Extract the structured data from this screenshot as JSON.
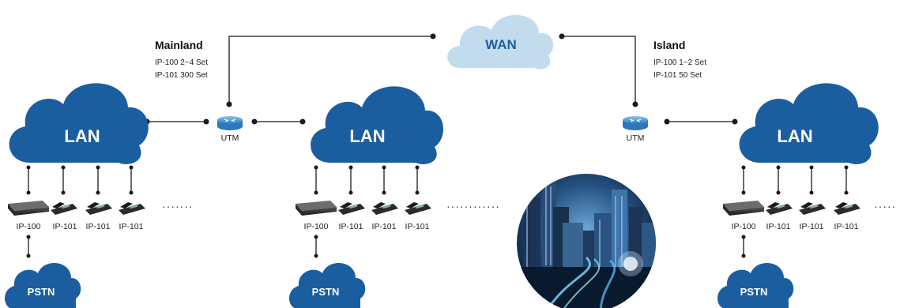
{
  "wan": {
    "label": "WAN"
  },
  "mainland": {
    "title": "Mainland",
    "line1": "IP-100 2~4 Set",
    "line2": "IP-101 300 Set"
  },
  "island": {
    "title": "Island",
    "line1": "IP-100 1~2 Set",
    "line2": "IP-101 50 Set"
  },
  "utm_label": "UTM",
  "lan_label": "LAN",
  "pstn_label": "PSTN",
  "sites": [
    {
      "devices": [
        "IP-100",
        "IP-101",
        "IP-101",
        "IP-101"
      ],
      "ellipsis": "·······"
    },
    {
      "devices": [
        "IP-100",
        "IP-101",
        "IP-101",
        "IP-101"
      ],
      "ellipsis": "············"
    },
    {
      "devices": [
        "IP-100",
        "IP-101",
        "IP-101",
        "IP-101"
      ],
      "ellipsis": "·····"
    }
  ],
  "colors": {
    "lan_cloud": "#1b5ea0",
    "wan_cloud": "#c2dcee",
    "router": "#3d8fd0",
    "wire": "#1b1b1b"
  }
}
